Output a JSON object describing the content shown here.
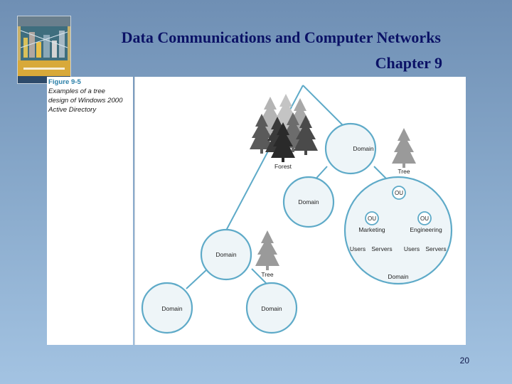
{
  "header": {
    "title": "Data Communications and Computer Networks",
    "subtitle": "Chapter 9"
  },
  "caption": {
    "figure": "Figure 9-5",
    "lines": [
      "Examples of a tree",
      "design of Windows 2000",
      "Active Directory"
    ]
  },
  "diagram": {
    "labels": {
      "forest": "Forest",
      "tree_top": "Tree",
      "tree_bottom": "Tree",
      "domain_top": "Domain",
      "domain_middle": "Domain",
      "domain_lower": "Domain",
      "domain_bottom_left": "Domain",
      "domain_bottom_right": "Domain",
      "domain_ou": "Domain",
      "ou_root": "OU",
      "ou_marketing": "OU",
      "ou_engineering": "OU",
      "marketing": "Marketing",
      "engineering": "Engineering",
      "users_left": "Users",
      "servers_left": "Servers",
      "users_right": "Users",
      "servers_right": "Servers"
    },
    "colors": {
      "line": "#5eaac8",
      "circle_fill": "#eef5f8",
      "tree_dark": "#3c3c3c",
      "tree_light": "#9a9a9a"
    }
  },
  "footer": {
    "page": "20"
  }
}
